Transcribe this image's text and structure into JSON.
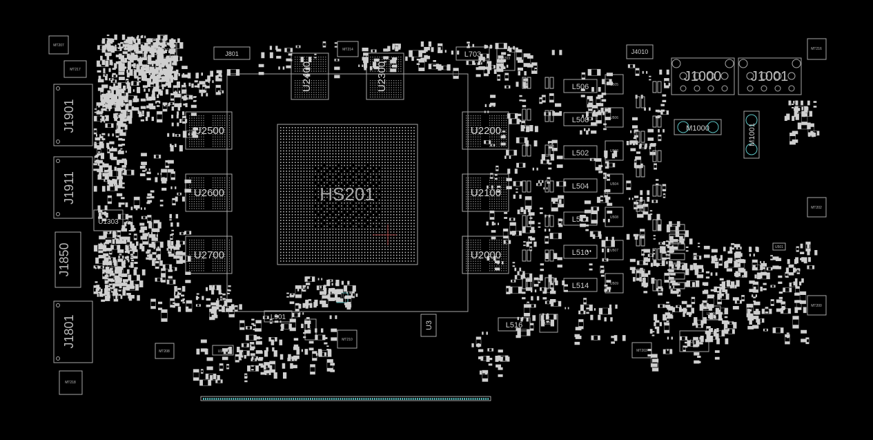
{
  "board": {
    "gpu_label": "HS201",
    "connectors": [
      {
        "id": "j1901",
        "label": "J1901"
      },
      {
        "id": "j1911",
        "label": "J1911"
      },
      {
        "id": "j1850",
        "label": "J1850"
      },
      {
        "id": "j1801",
        "label": "J1801"
      },
      {
        "id": "j1000",
        "label": "J1000"
      },
      {
        "id": "j1001",
        "label": "J1001"
      }
    ],
    "memory": [
      {
        "id": "u2500",
        "label": "U2500"
      },
      {
        "id": "u2600",
        "label": "U2600"
      },
      {
        "id": "u2700",
        "label": "U2700"
      },
      {
        "id": "u2200",
        "label": "U2200"
      },
      {
        "id": "u2100",
        "label": "U2100"
      },
      {
        "id": "u2000",
        "label": "U2000"
      },
      {
        "id": "u2400",
        "label": "U2400"
      },
      {
        "id": "u2300",
        "label": "U2300"
      }
    ],
    "inductors": [
      {
        "id": "l506",
        "label": "L506"
      },
      {
        "id": "l508",
        "label": "L508"
      },
      {
        "id": "l502",
        "label": "L502"
      },
      {
        "id": "l504",
        "label": "L504"
      },
      {
        "id": "l512",
        "label": "L512"
      },
      {
        "id": "l510",
        "label": "L510"
      },
      {
        "id": "l514",
        "label": "L514"
      },
      {
        "id": "l516",
        "label": "L516"
      },
      {
        "id": "l703",
        "label": "L703"
      },
      {
        "id": "l901",
        "label": "L901"
      }
    ],
    "small_labels": {
      "u3": "U3",
      "u1303": "U1303",
      "m1000": "M1000",
      "m1001": "M1001",
      "j4010": "J4010",
      "u479": "U479",
      "u1001": "U1001",
      "j801": "J801",
      "mt207": "MT207",
      "mt217": "MT217",
      "mt212": "MT212",
      "mt214": "MT214",
      "mt216": "MT216",
      "mt208": "MT208",
      "mt218": "MT218",
      "mt210": "MT210",
      "mt202": "MT202",
      "mt200": "MT200",
      "mt203": "MT203",
      "u501": "U501",
      "u510": "U510",
      "u703": "U703",
      "u1002": "U1002",
      "u920": "U920"
    },
    "vrm_ics": [
      "U505",
      "U506",
      "U503",
      "U504",
      "U508",
      "U507",
      "U509"
    ],
    "colors": {
      "background": "#000000",
      "silkscreen": "#a9a9a9",
      "highlight": "#5fc7c7",
      "marker": "#d04a4a"
    }
  }
}
